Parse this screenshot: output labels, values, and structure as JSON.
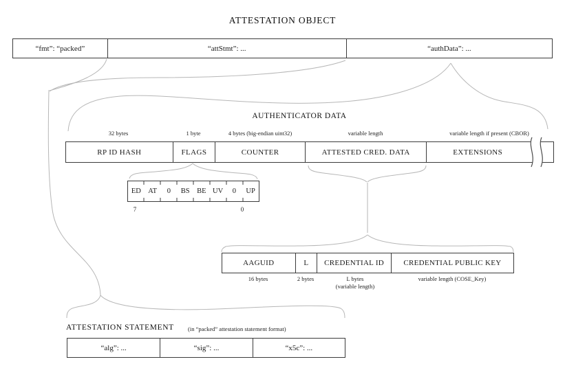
{
  "title": "ATTESTATION OBJECT",
  "attestation_object_row": {
    "cells": [
      {
        "label": "“fmt”: “packed”"
      },
      {
        "label": "“attStmt”: ..."
      },
      {
        "label": "“authData”: ..."
      }
    ]
  },
  "authenticator_data": {
    "title": "AUTHENTICATOR DATA",
    "fields": [
      {
        "name": "RP ID HASH",
        "size": "32 bytes"
      },
      {
        "name": "FLAGS",
        "size": "1 byte"
      },
      {
        "name": "COUNTER",
        "size": "4 bytes (big-endian uint32)"
      },
      {
        "name": "ATTESTED CRED. DATA",
        "size": "variable length"
      },
      {
        "name": "EXTENSIONS",
        "size": "variable length if present (CBOR)"
      }
    ]
  },
  "flags_bits": {
    "bits": [
      "ED",
      "AT",
      "0",
      "BS",
      "BE",
      "UV",
      "0",
      "UP"
    ],
    "high_bit_index": "7",
    "low_bit_index": "0"
  },
  "attested_credential_data": {
    "fields": [
      {
        "name": "AAGUID",
        "size": "16 bytes"
      },
      {
        "name": "L",
        "size": "2 bytes"
      },
      {
        "name": "CREDENTIAL ID",
        "size": "L bytes",
        "size_note": "(variable length)"
      },
      {
        "name": "CREDENTIAL PUBLIC KEY",
        "size": "variable length (COSE_Key)"
      }
    ]
  },
  "attestation_statement": {
    "title": "ATTESTATION STATEMENT",
    "subtitle": "(in “packed” attestation statement format)",
    "cells": [
      {
        "label": "“alg”: ..."
      },
      {
        "label": "“sig”: ..."
      },
      {
        "label": "“x5c”: ..."
      }
    ]
  }
}
